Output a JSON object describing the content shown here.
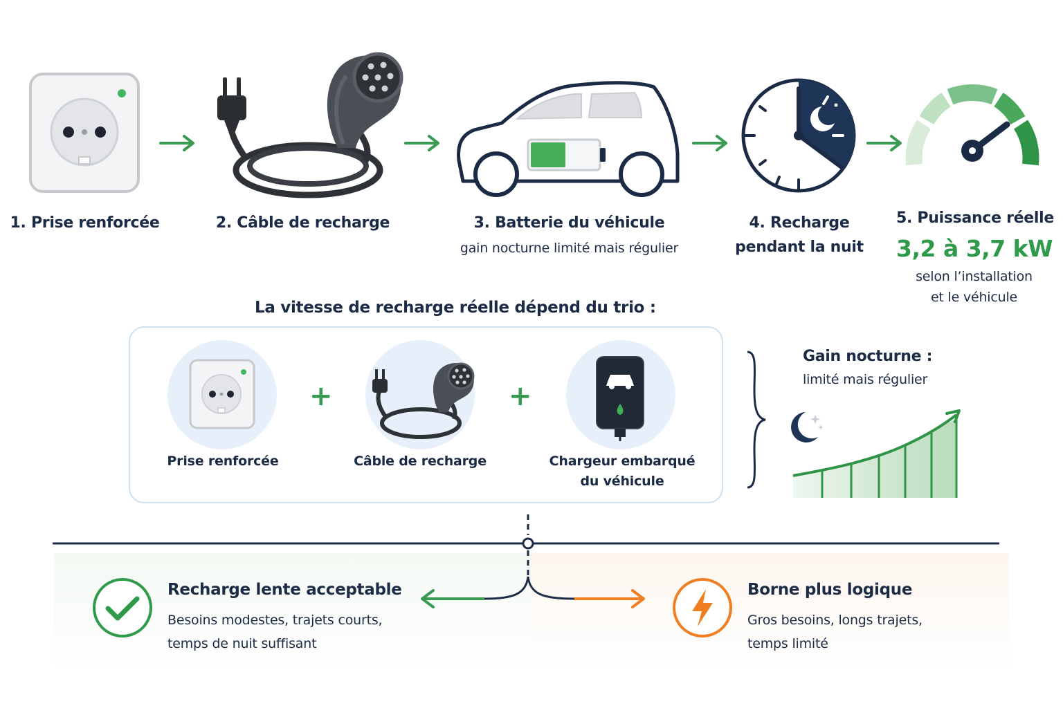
{
  "steps": [
    {
      "label": "1. Prise renforcée"
    },
    {
      "label": "2. Câble de recharge"
    },
    {
      "label": "3. Batterie du véhicule",
      "sub": "gain nocturne limité mais régulier"
    },
    {
      "label_line1": "4. Recharge",
      "label_line2": "pendant la nuit"
    },
    {
      "label": "5. Puissance réelle",
      "value": "3,2 à 3,7 kW",
      "sub_line1": "selon l’installation",
      "sub_line2": "et le véhicule"
    }
  ],
  "trio": {
    "title": "La vitesse de recharge réelle dépend du trio :",
    "items": [
      {
        "label": "Prise renforcée"
      },
      {
        "label": "Câble de recharge"
      },
      {
        "label_line1": "Chargeur embarqué",
        "label_line2": "du véhicule"
      }
    ],
    "plus": "+"
  },
  "night_gain": {
    "line1": "Gain nocturne :",
    "line2": "limité mais régulier"
  },
  "options": {
    "left": {
      "title": "Recharge lente acceptable",
      "desc_line1": "Besoins modestes, trajets courts,",
      "desc_line2": "temps de nuit suffisant",
      "icon": "check-icon"
    },
    "right": {
      "title": "Borne plus logique",
      "desc_line1": "Gros besoins, longs trajets,",
      "desc_line2": "temps limité",
      "icon": "lightning-icon"
    }
  },
  "colors": {
    "navy": "#1c2b45",
    "green": "#2e9a4a",
    "orange": "#ef7f22",
    "light_blue": "#e7f0fa"
  }
}
